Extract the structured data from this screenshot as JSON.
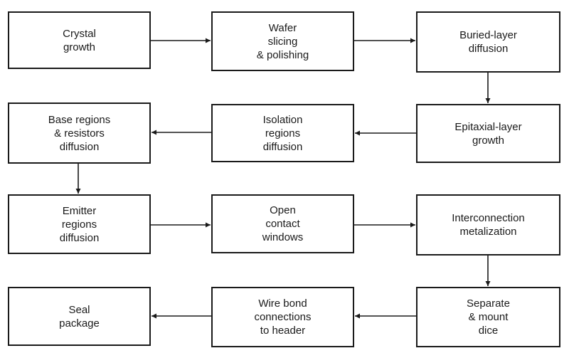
{
  "flowchart": {
    "steps": [
      {
        "label": "Crystal\ngrowth"
      },
      {
        "label": "Wafer\nslicing\n& polishing"
      },
      {
        "label": "Buried-layer\ndiffusion"
      },
      {
        "label": "Epitaxial-layer\ngrowth"
      },
      {
        "label": "Isolation\nregions\ndiffusion"
      },
      {
        "label": "Base regions\n& resistors\ndiffusion"
      },
      {
        "label": "Emitter\nregions\ndiffusion"
      },
      {
        "label": "Open\ncontact\nwindows"
      },
      {
        "label": "Interconnection\nmetalization"
      },
      {
        "label": "Separate\n& mount\ndice"
      },
      {
        "label": "Wire bond\nconnections\nto header"
      },
      {
        "label": "Seal\npackage"
      }
    ]
  }
}
